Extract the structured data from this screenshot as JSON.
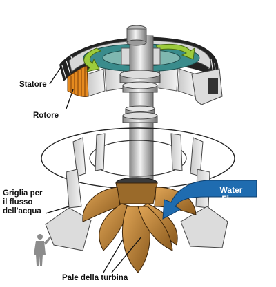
{
  "labels": {
    "statore": "Statore",
    "rotore": "Rotore",
    "griglia": "Griglia per\nil flusso\ndell'acqua",
    "pale": "Pale della turbina",
    "water_flow": "Water\nFlow"
  },
  "colors": {
    "rotor_orange": "#E58A1F",
    "blade_brown": "#C68A3E",
    "flow_blue": "#1F6CB0",
    "arrow_green": "#9CCB3C",
    "stator_teal": "#3A8C8C"
  }
}
